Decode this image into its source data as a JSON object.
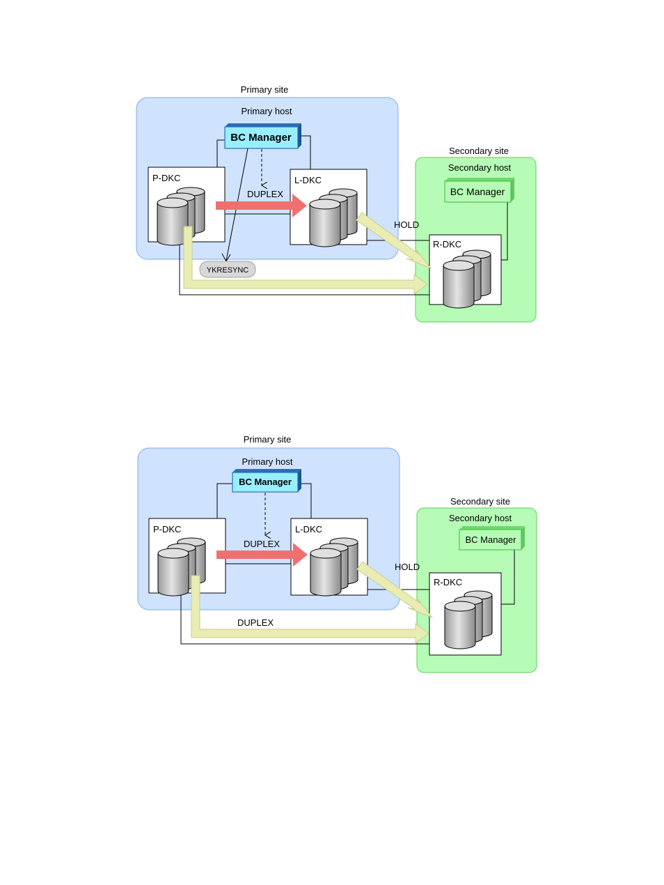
{
  "colors": {
    "primary_site_fill": "#cfe3ff",
    "primary_site_stroke": "#8fb6ea",
    "secondary_site_fill": "#b6fbb6",
    "secondary_site_stroke": "#6fd86f",
    "bc_manager_fill": "#99eeff",
    "bc_manager_border": "#2a6fb3",
    "secondary_bc_fill": "#b6fbb6",
    "duplex_arrow": "#f07070",
    "copy_arrow": "#e9ecb3",
    "copy_arrow_edge": "#c9cc8a",
    "disk": "#c8c8c8",
    "command_pill": "#d8d8d8"
  },
  "diagrams": [
    {
      "primary_site_label": "Primary site",
      "primary_host_label": "Primary host",
      "primary_bc_manager": "BC Manager",
      "secondary_site_label": "Secondary site",
      "secondary_host_label": "Secondary host",
      "secondary_bc_manager": "BC Manager",
      "p_dkc_label": "P-DKC",
      "l_dkc_label": "L-DKC",
      "r_dkc_label": "R-DKC",
      "duplex_label": "DUPLEX",
      "hold_label": "HOLD",
      "command_label": "YKRESYNC"
    },
    {
      "primary_site_label": "Primary site",
      "primary_host_label": "Primary host",
      "primary_bc_manager": "BC Manager",
      "secondary_site_label": "Secondary site",
      "secondary_host_label": "Secondary host",
      "secondary_bc_manager": "BC Manager",
      "p_dkc_label": "P-DKC",
      "l_dkc_label": "L-DKC",
      "r_dkc_label": "R-DKC",
      "duplex_label": "DUPLEX",
      "hold_label": "HOLD",
      "remote_copy_label": "DUPLEX"
    }
  ]
}
